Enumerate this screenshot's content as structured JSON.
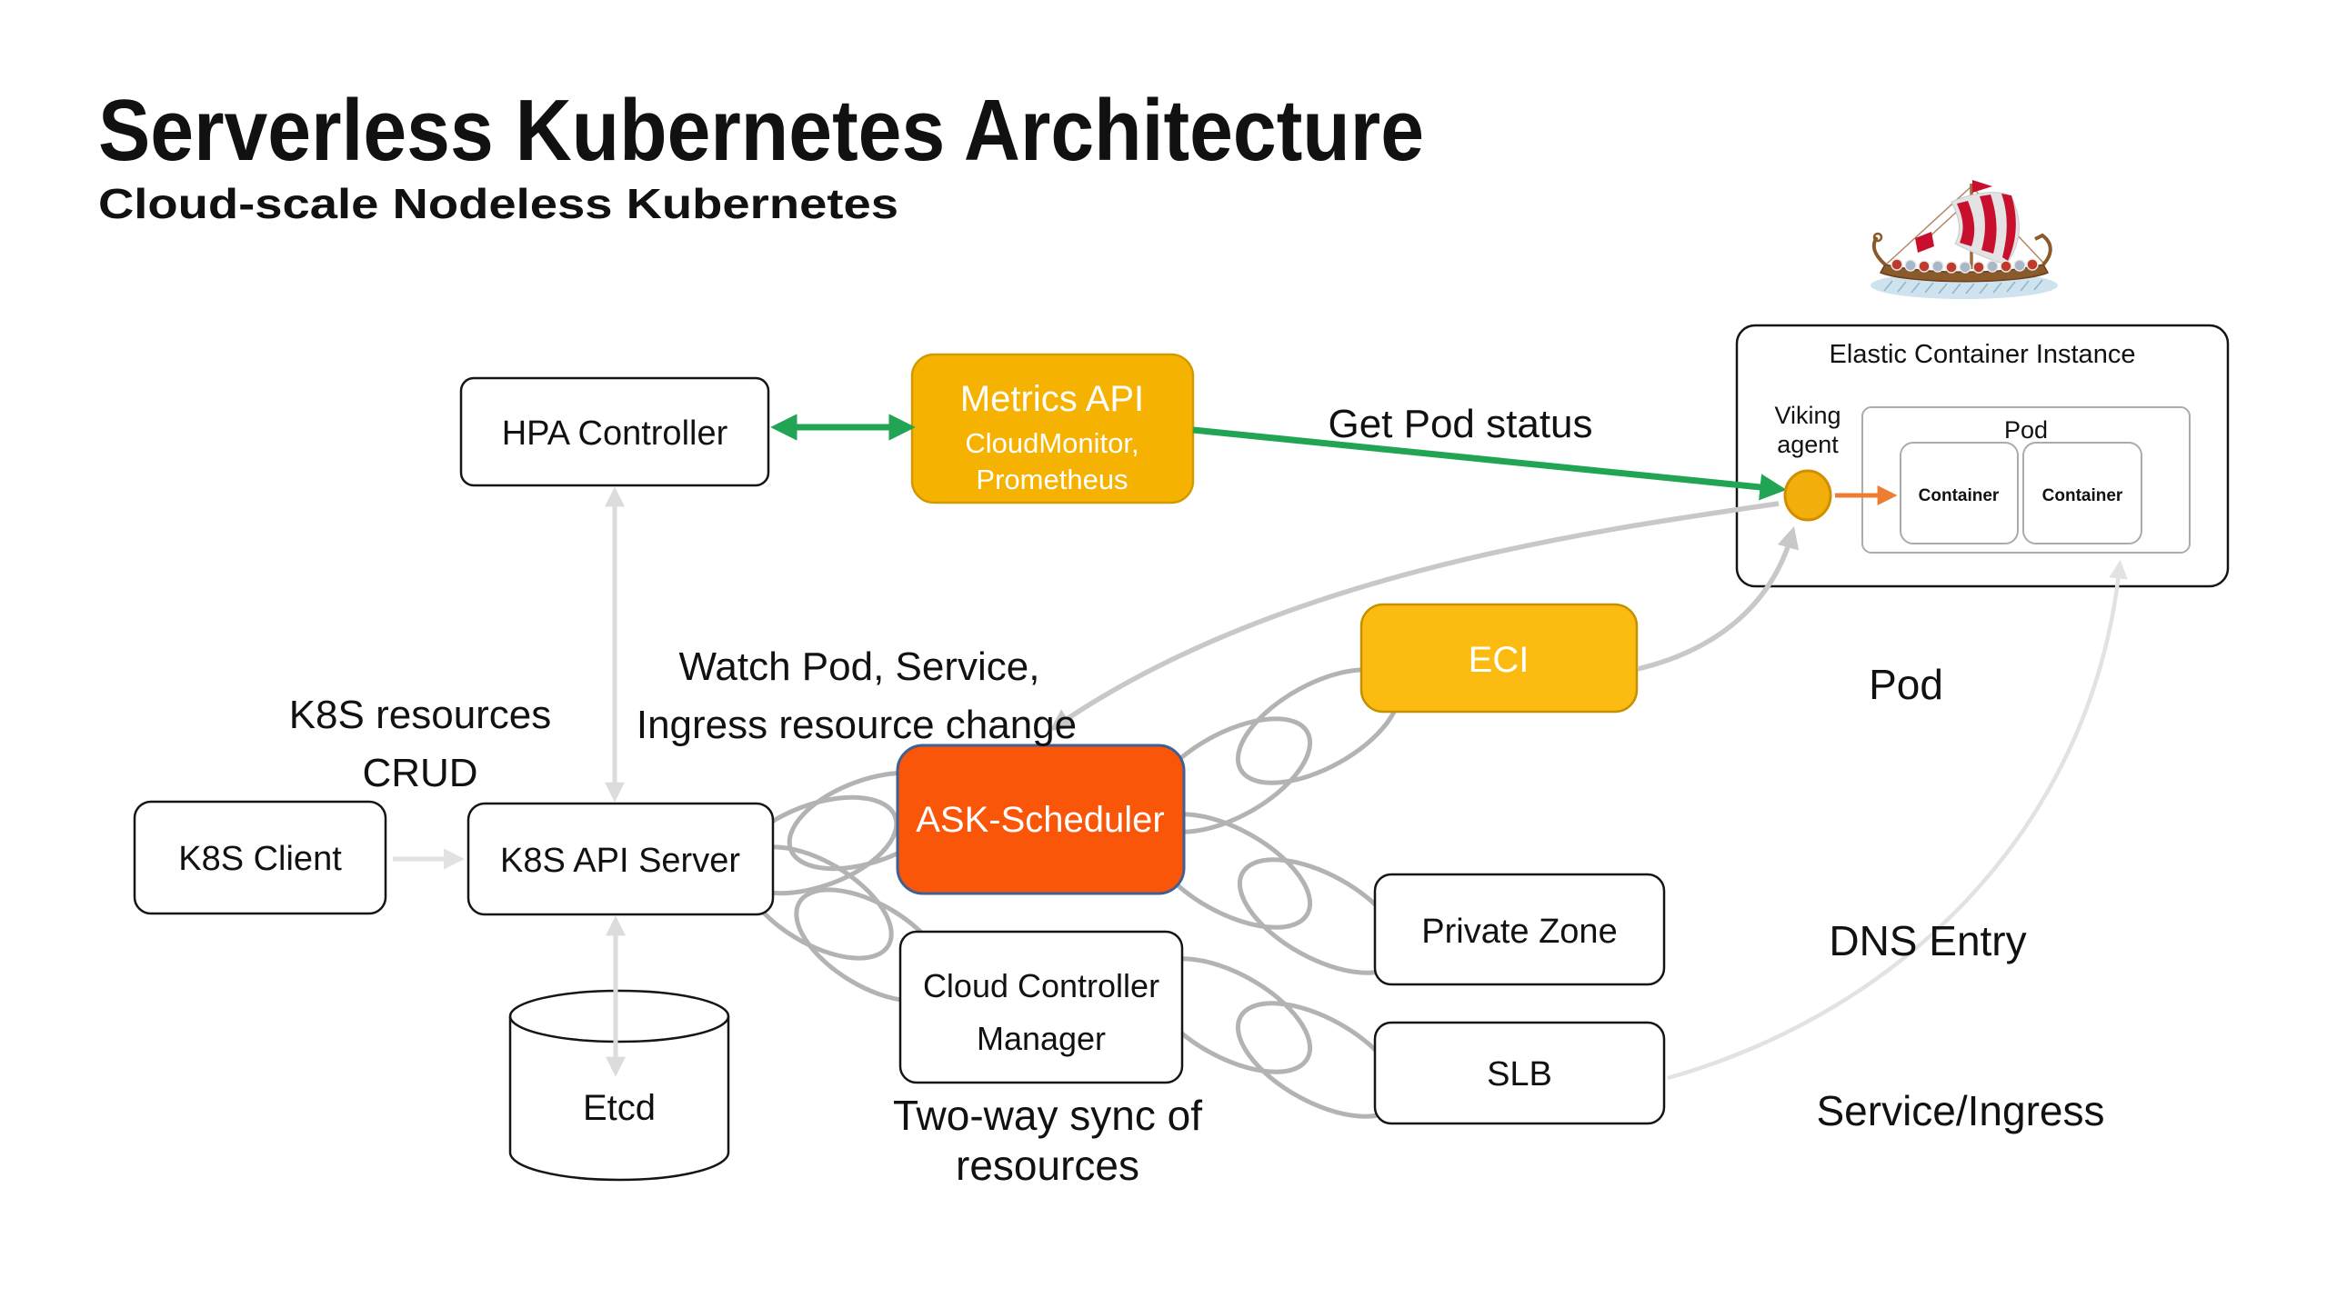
{
  "header": {
    "title": "Serverless Kubernetes Architecture",
    "subtitle": "Cloud-scale Nodeless Kubernetes"
  },
  "colors": {
    "gold_box": "#F5B201",
    "gold_box2": "#FBBB10",
    "agent_circle": "#F2AE0B",
    "scheduler_orange": "#FA560A",
    "scheduler_border_blue": "#3F6091",
    "green_arrow": "#22A455",
    "orange_arrow": "#ED7D31",
    "light_gray_arrow": "#DCDCDC",
    "mid_gray_curve": "#C8C8C8",
    "chain_gray": "#B3B3B3",
    "box_border": "#151515",
    "inner_gray_border": "#ABABAB"
  },
  "nodes": {
    "hpa_controller": {
      "label": "HPA Controller"
    },
    "metrics_api": {
      "title": "Metrics API",
      "subtitle1": "CloudMonitor,",
      "subtitle2": "Prometheus"
    },
    "k8s_client": {
      "label": "K8S Client"
    },
    "k8s_api_server": {
      "label": "K8S API Server"
    },
    "etcd": {
      "label": "Etcd"
    },
    "ask_scheduler": {
      "label": "ASK-Scheduler"
    },
    "cloud_controller_manager": {
      "line1": "Cloud Controller",
      "line2": "Manager"
    },
    "eci": {
      "label": "ECI"
    },
    "private_zone": {
      "label": "Private Zone"
    },
    "slb": {
      "label": "SLB"
    },
    "elastic_container_instance": {
      "title": "Elastic Container Instance"
    },
    "viking_agent": {
      "line1": "Viking",
      "line2": "agent"
    },
    "pod_group": {
      "label": "Pod"
    },
    "container1": {
      "label": "Container"
    },
    "container2": {
      "label": "Container"
    }
  },
  "annotations": {
    "k8s_resources_crud": {
      "line1": "K8S resources",
      "line2": "CRUD"
    },
    "watch_resource_change": {
      "line1": "Watch Pod, Service,",
      "line2": "Ingress resource change"
    },
    "get_pod_status": "Get Pod status",
    "pod": "Pod",
    "dns_entry": "DNS Entry",
    "service_ingress": "Service/Ingress",
    "two_way_sync": {
      "line1": "Two-way sync of",
      "line2": "resources"
    }
  }
}
